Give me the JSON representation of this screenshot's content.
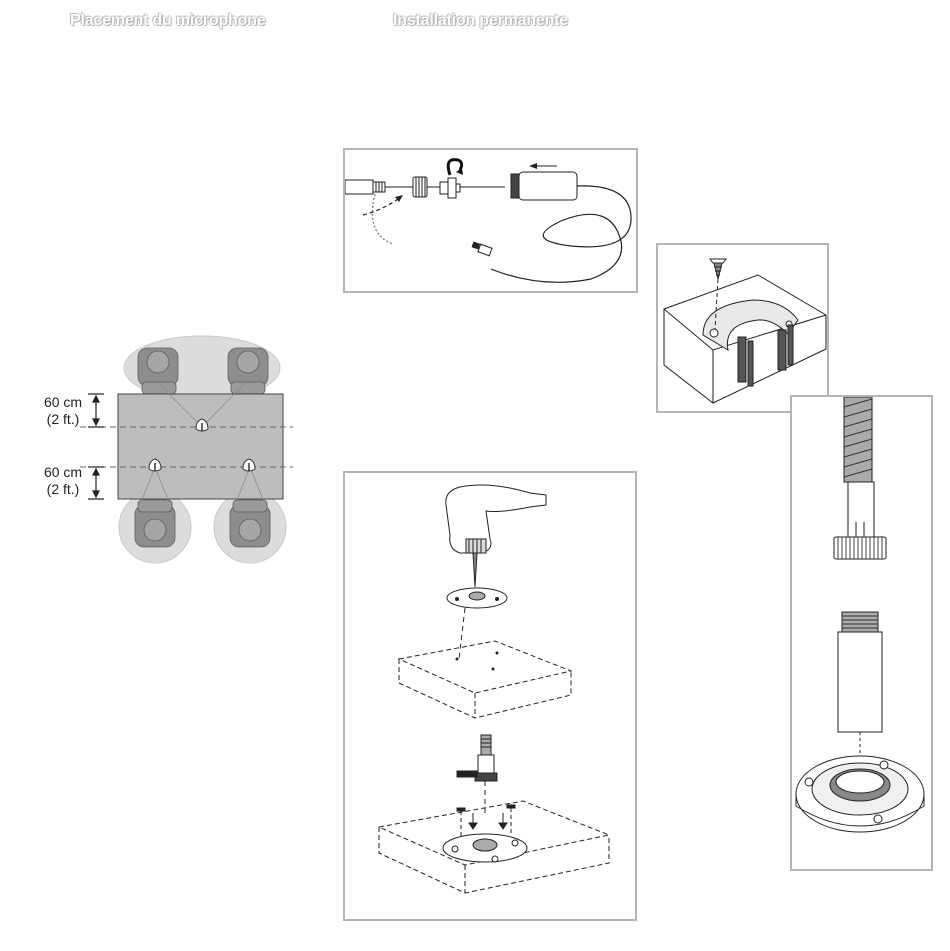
{
  "headings": {
    "left": "Placement du microphone",
    "right": "Installation permanente"
  },
  "placement": {
    "spacing_top": {
      "metric": "60 cm",
      "imperial": "(2 ft.)"
    },
    "spacing_bottom": {
      "metric": "60 cm",
      "imperial": "(2 ft.)"
    }
  },
  "colors": {
    "table": "#bdbdbd",
    "zone": "#dcdcdc",
    "person": "#8a8a8a",
    "frame": "#b4b4b4",
    "line": "#2a2a2a"
  }
}
